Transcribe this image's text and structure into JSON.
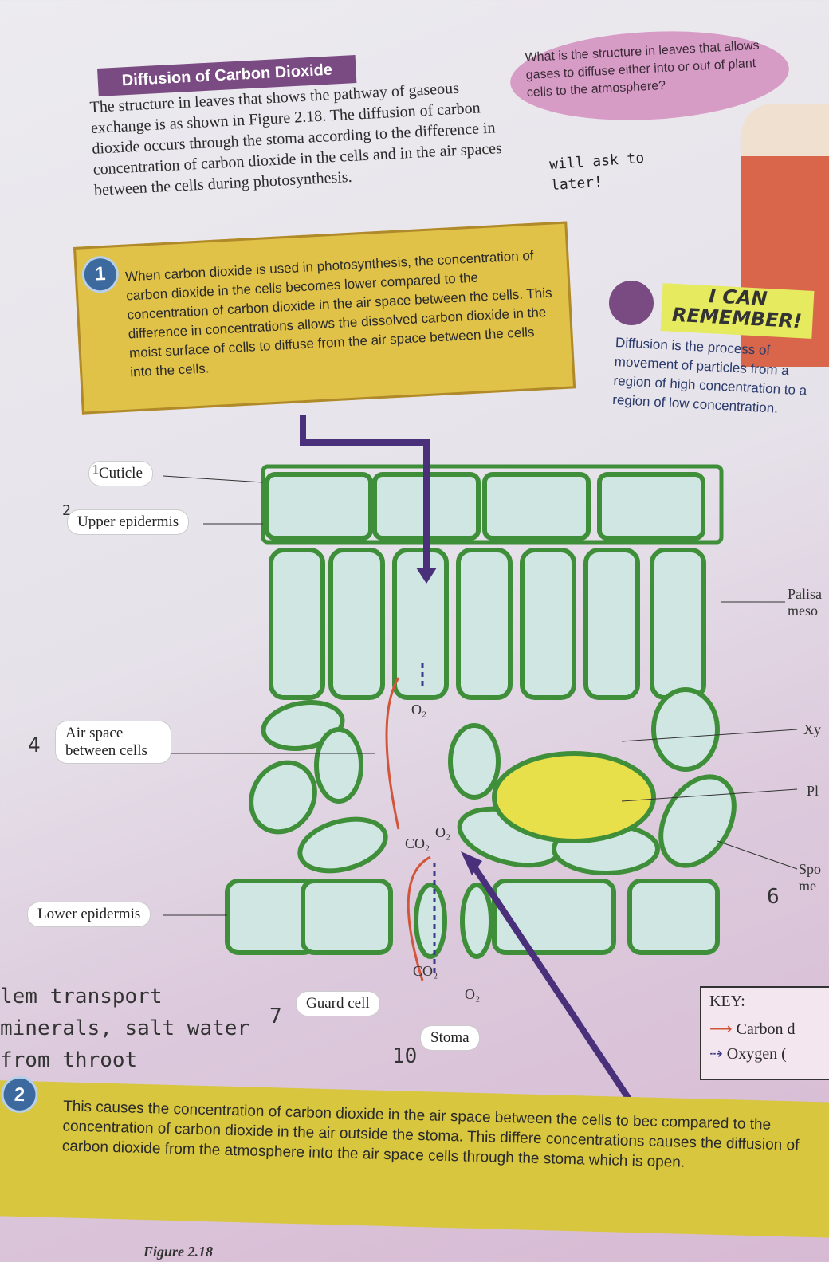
{
  "section_title": "Diffusion of Carbon Dioxide",
  "intro_paragraph": "The structure in leaves that shows the pathway of gaseous exchange is as shown in Figure 2.18. The diffusion of carbon dioxide occurs through the stoma according to the difference in concentration of carbon dioxide in the cells and in the air spaces between the cells during photosynthesis.",
  "speech_bubble": "What is the structure in leaves that allows gases to diffuse either into or out of plant cells to the atmosphere?",
  "handwritten_note_1": "will ask to later!",
  "step1": {
    "number": "1",
    "text": "When carbon dioxide is used in photosynthesis, the concentration of carbon dioxide in the cells becomes lower compared to the concentration of carbon dioxide in the air space between the cells. This difference in concentrations allows the dissolved carbon dioxide in the moist surface of cells to diffuse from the air space between the cells into the cells."
  },
  "remember": {
    "title": "I CAN REMEMBER!",
    "definition": "Diffusion is the process of movement of particles from a region of high concentration to a region of low concentration."
  },
  "diagram_labels": {
    "cuticle": "Cuticle",
    "upper_epidermis": "Upper epidermis",
    "air_space": "Air space between cells",
    "lower_epidermis": "Lower epidermis",
    "guard_cell": "Guard cell",
    "stoma": "Stoma",
    "palisade": "Palisa meso",
    "xylem": "Xy",
    "phloem": "Pl",
    "spongy": "Spo me",
    "o2_top": "O₂",
    "o2_mid": "O₂",
    "co2_mid": "CO₂",
    "co2_bottom": "CO₂",
    "o2_bottom": "O₂"
  },
  "handwritten_numbers": [
    "1",
    "2",
    "4",
    "6",
    "7",
    "10"
  ],
  "handwritten_note_2": "lem transport minerals, salt water from throot",
  "key": {
    "title": "KEY:",
    "carbon": "Carbon d",
    "oxygen": "Oxygen (",
    "carbon_color": "#d2553a",
    "oxygen_color": "#3a3a8a"
  },
  "step2": {
    "number": "2",
    "text": "This causes the concentration of carbon dioxide in the air space between the cells to bec compared to the concentration of carbon dioxide in the air outside the stoma. This differe concentrations causes the diffusion of carbon dioxide from the atmosphere into the air space cells through the stoma which is open."
  },
  "footer_partial": "Figure 2.18"
}
